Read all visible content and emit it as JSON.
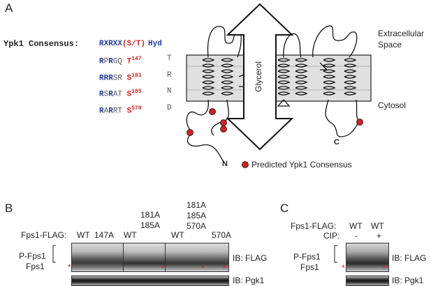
{
  "panels": {
    "a": "A",
    "b": "B",
    "c": "C"
  },
  "consensus": {
    "title": "Ypk1 Consensus:",
    "header": {
      "blue": "RXRXX",
      "red": "(S/T)",
      "hyd": "Hyd"
    },
    "rows": [
      {
        "a": "R",
        "b": "P",
        "c": "R",
        "d": "GQ ",
        "site": "T",
        "pos": "147",
        "hyd": "T"
      },
      {
        "a": "R",
        "b": "R",
        "c": "R",
        "d": "SR ",
        "site": "S",
        "pos": "181",
        "hyd": "R"
      },
      {
        "a": "R",
        "b": "S",
        "c": "R",
        "d": "AT ",
        "site": "S",
        "pos": "185",
        "hyd": "N"
      },
      {
        "a": "R",
        "b": "A",
        "c": "R",
        "d": "RT ",
        "site": "S",
        "pos": "570",
        "hyd": "D"
      }
    ]
  },
  "membrane": {
    "extracellular": [
      "Extracellular",
      "Space"
    ],
    "cytosol": "Cytosol",
    "glycerol": "Glycerol",
    "n_term": "N",
    "c_term": "C",
    "legend": "Predicted Ypk1 Consensus",
    "dot_color": "#d42020"
  },
  "blot_b": {
    "row_label": "Fps1-FLAG:",
    "lanes": [
      "WT",
      "147A",
      "WT",
      "181A\n185A",
      "WT",
      "181A\n185A\n570A",
      "570A"
    ],
    "p_label": "P-Fps1",
    "f_label": "Fps1",
    "star": "*",
    "ib_flag": "IB: FLAG",
    "ib_pgk": "IB: Pgk1"
  },
  "blot_c": {
    "row1_label": "Fps1-FLAG:",
    "row2_label": "CIP:",
    "lanes": [
      "WT",
      "WT"
    ],
    "cip": [
      "-",
      "+"
    ],
    "p_label": "P-Fps1",
    "f_label": "Fps1",
    "star": "*",
    "ib_flag": "IB: FLAG",
    "ib_pgk": "IB: Pgk1"
  }
}
